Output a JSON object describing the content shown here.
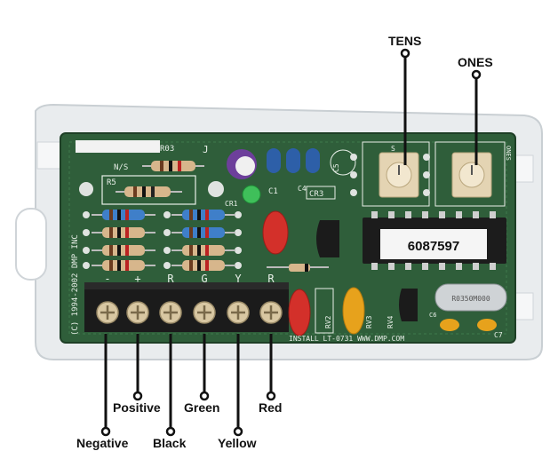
{
  "callouts": {
    "tens": "TENS",
    "ones": "ONES",
    "negative": "Negative",
    "positive": "Positive",
    "black": "Black",
    "green": "Green",
    "yellow": "Yellow",
    "red": "Red"
  },
  "board": {
    "chip_label": "6087597",
    "copyright": "(C) 1994-2002 DMP INC",
    "install": "INSTALL LT-0731 WWW.DMP.COM",
    "terminal_letters": [
      "-",
      "+",
      "R",
      "G",
      "Y",
      "R"
    ],
    "r5": "R5",
    "ns": "N/S",
    "cr1": "CR1",
    "cr3": "CR3",
    "c1": "C1",
    "c4": "C4",
    "c5": "C5",
    "c6": "C6",
    "c7": "C7",
    "rv2": "RV2",
    "rv3": "RV3",
    "rv4": "RV4",
    "s": "S",
    "ones_small": "ONES",
    "crystal": "R0350M000",
    "r03": "R03",
    "j": "J"
  },
  "colors": {
    "pcb": "#2f5e3a",
    "pcb_dark": "#224a2c",
    "housing": "#e9ecee",
    "terminal_block": "#1b1b1b",
    "screw": "#d8c7a2",
    "varistor_red": "#d3302a",
    "varistor_orange": "#e7a21c",
    "capacitor_blue": "#2d5fa8"
  },
  "icons": [
    "screw-icon",
    "rotary-switch-icon",
    "resistor-icon",
    "capacitor-icon",
    "led-icon"
  ]
}
